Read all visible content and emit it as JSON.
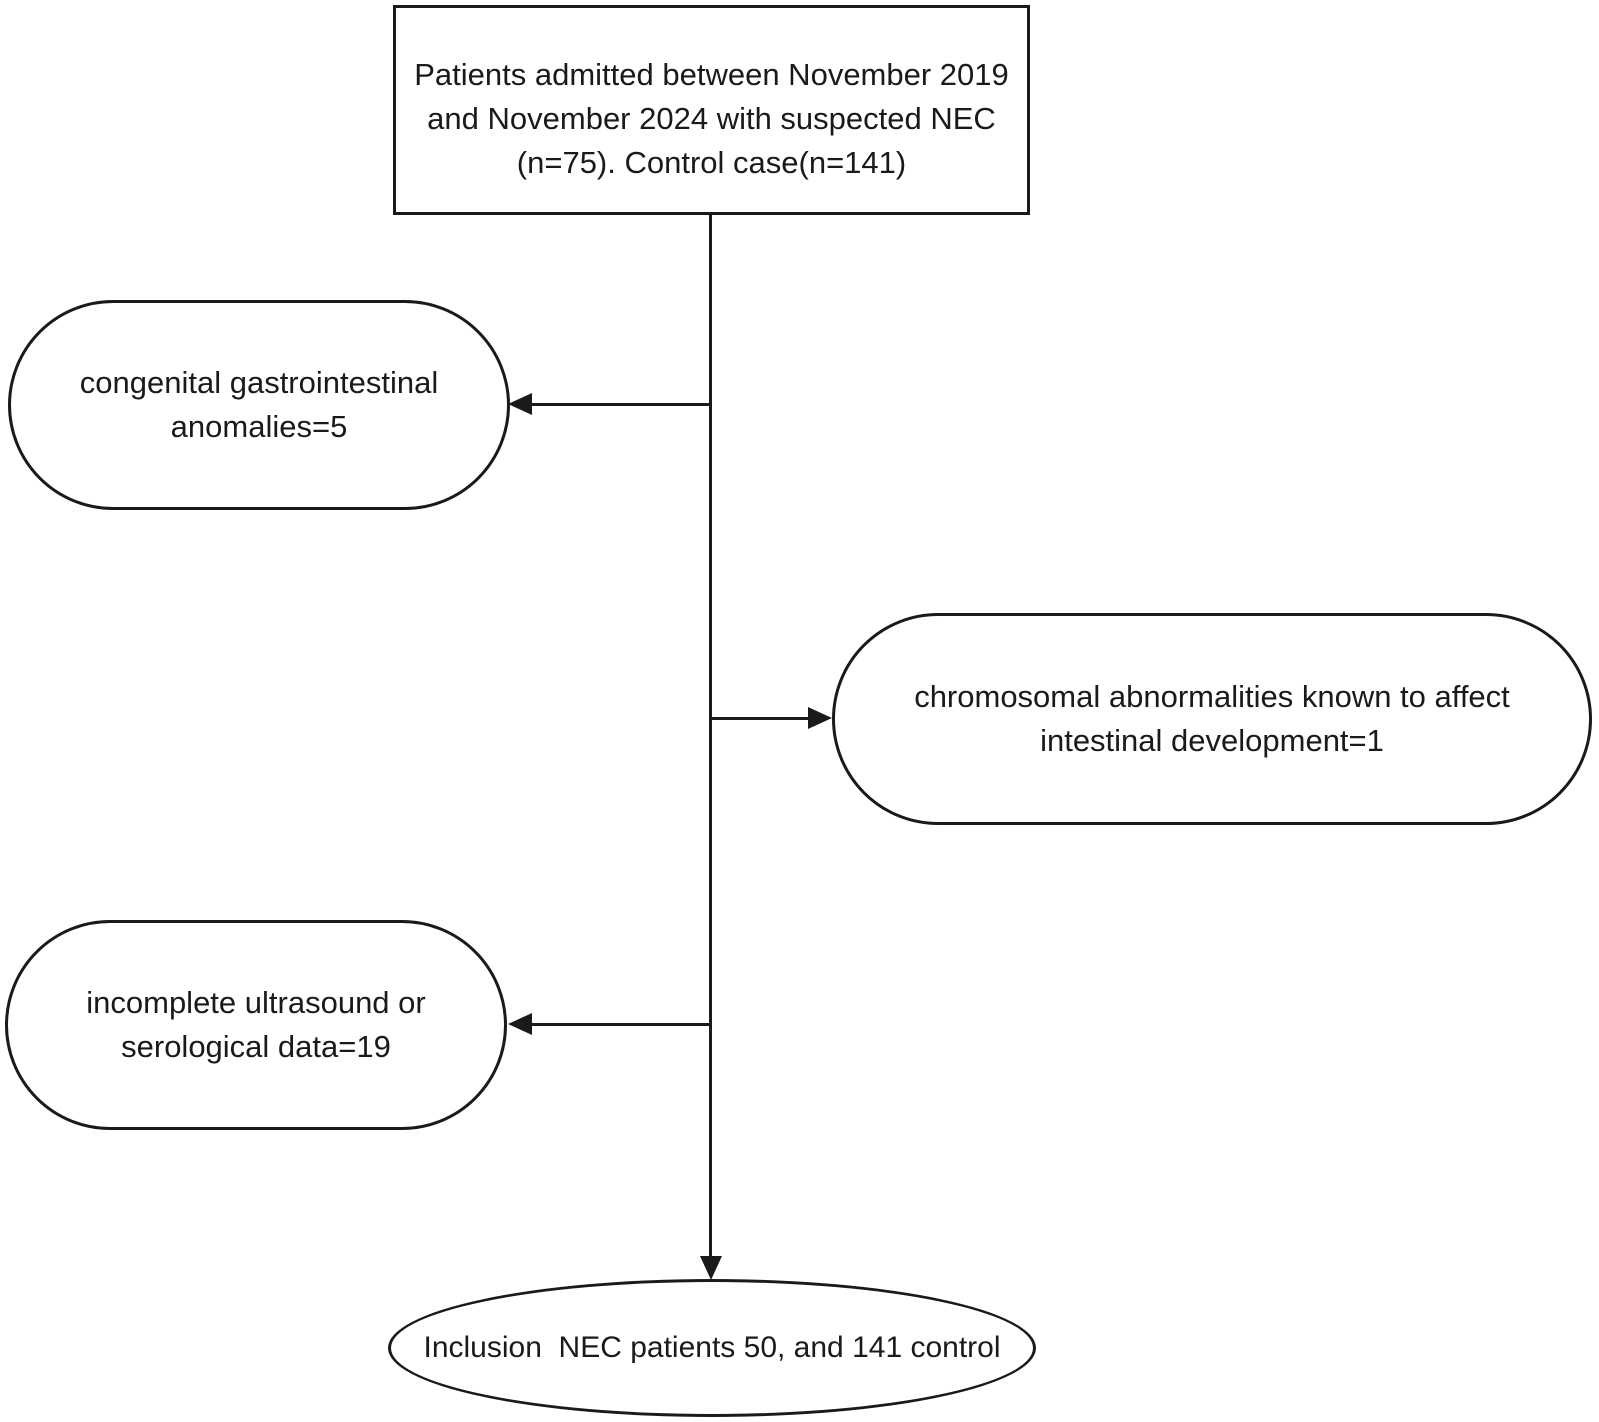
{
  "diagram": {
    "colors": {
      "line": "#1a1a1a",
      "text": "#1a1a1a",
      "background": "#ffffff"
    },
    "nodes": {
      "start": {
        "shape": "rectangle",
        "text": "Patients admitted between November 2019 and November 2024 with suspected NEC (n=75). Control case(n=141)"
      },
      "exclusion_congenital": {
        "shape": "stadium",
        "text": "congenital gastrointestinal anomalies=5"
      },
      "exclusion_chromosomal": {
        "shape": "stadium",
        "text": "chromosomal abnormalities known to affect intestinal development=1"
      },
      "exclusion_incomplete": {
        "shape": "stadium",
        "text": "incomplete ultrasound or serological data=19"
      },
      "inclusion": {
        "shape": "ellipse",
        "text": "Inclusion  NEC patients 50, and 141 control"
      }
    }
  }
}
